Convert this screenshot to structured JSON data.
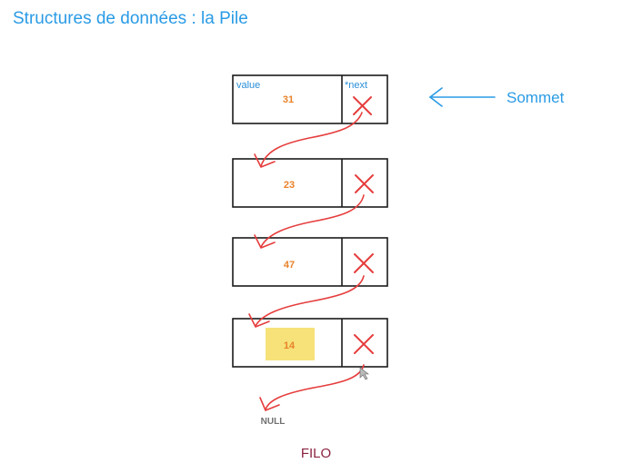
{
  "title": "Structures de données : la Pile",
  "labels": {
    "value": "value",
    "next": "*next"
  },
  "nodes": [
    {
      "value": "31",
      "highlight": false
    },
    {
      "value": "23",
      "highlight": false
    },
    {
      "value": "47",
      "highlight": false
    },
    {
      "value": "14",
      "highlight": true
    }
  ],
  "top_label": "Sommet",
  "null_label": "NULL",
  "footer": "FILO",
  "colors": {
    "title": "#2a9be6",
    "value": "#e8822a",
    "pointer": "#e63d3d",
    "highlight": "#f7e27a",
    "footer": "#8a2340"
  },
  "icons": [
    "cross-icon",
    "left-arrow-icon",
    "mouse-cursor-icon"
  ]
}
